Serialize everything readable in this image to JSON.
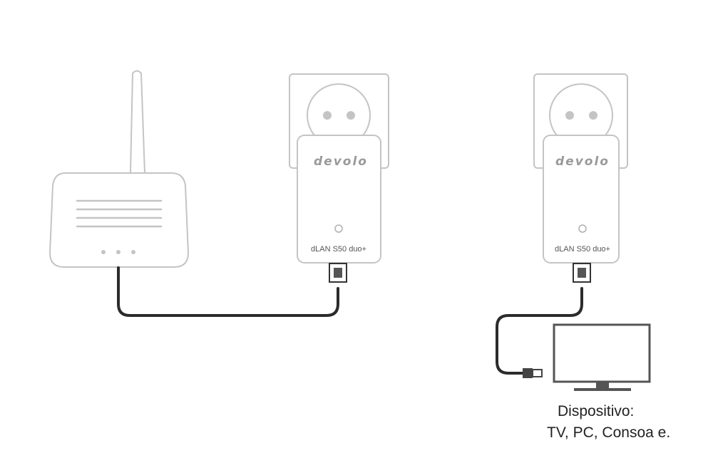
{
  "adapters": [
    {
      "brand": "devolo",
      "model": "dLAN S50 duo+"
    },
    {
      "brand": "devolo",
      "model": "dLAN S50 duo+"
    }
  ],
  "device_caption": {
    "line1": "Dispositivo:",
    "line2": "TV, PC, Consoa e."
  },
  "colors": {
    "outline": "#c4c4c4",
    "cable": "#2b2b2b",
    "monitor": "#555555"
  }
}
